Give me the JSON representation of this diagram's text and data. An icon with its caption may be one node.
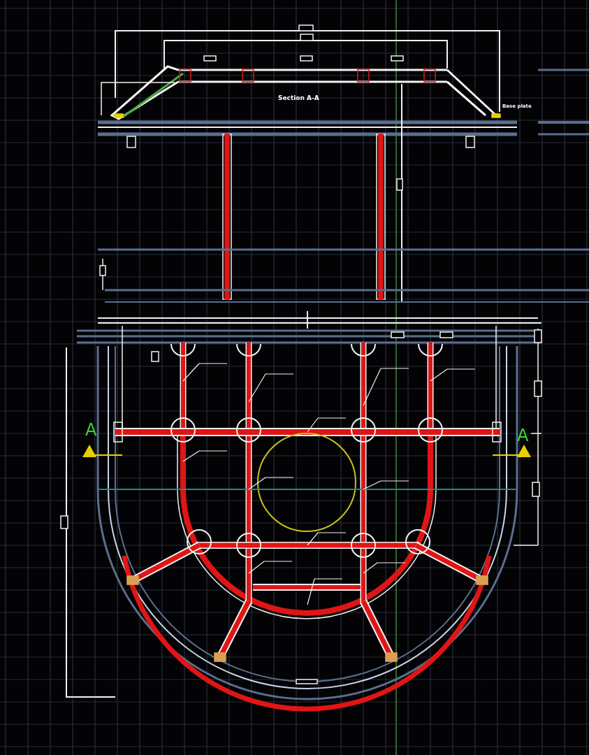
{
  "diagram": {
    "labels": [
      "Section A-A",
      "Base plate",
      "A",
      "A"
    ]
  }
}
